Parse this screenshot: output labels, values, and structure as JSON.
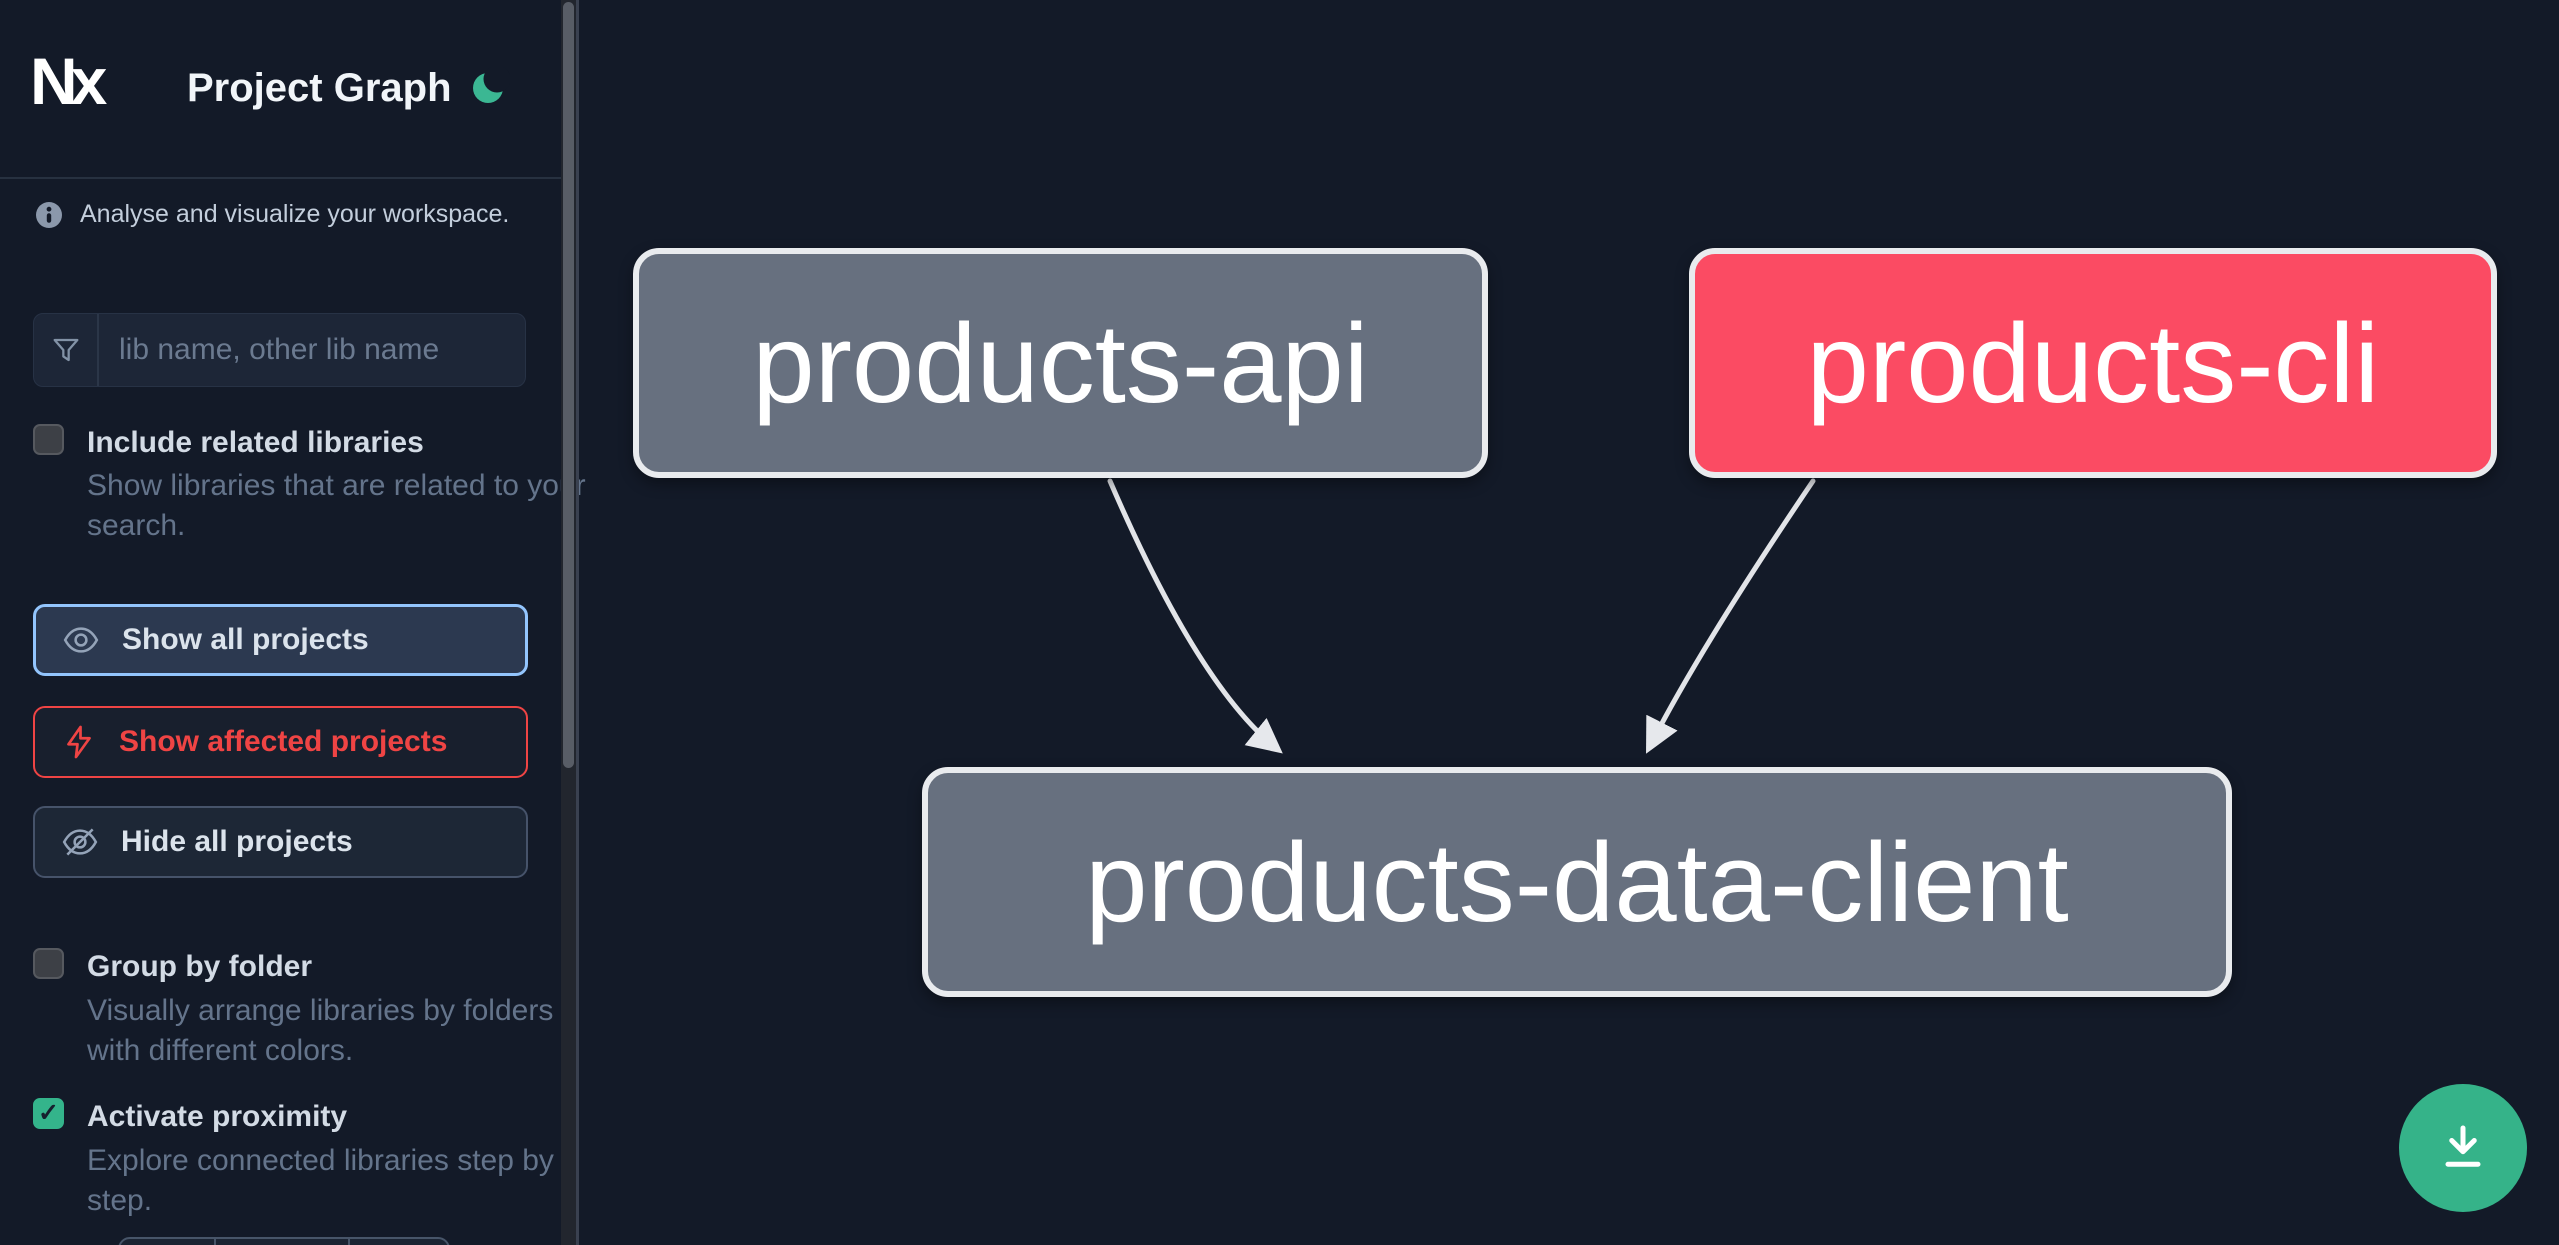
{
  "app": {
    "logo_text": "Nx",
    "title": "Project Graph"
  },
  "colors": {
    "background": "#131a28",
    "accent_green": "#35b389",
    "focus_blue": "#93c5fd",
    "affected_red": "#ef4444",
    "node_gray": "#67707f",
    "node_affected_pink": "#fb4b63",
    "edge_gray": "#e6e8ec",
    "muted_text": "#64748b"
  },
  "header": {
    "theme_icon": "moon-icon"
  },
  "sidebar": {
    "tagline": "Analyse and visualize your workspace.",
    "tagline_icon": "info-icon",
    "search": {
      "icon": "filter-funnel-icon",
      "placeholder": "lib name, other lib name",
      "value": ""
    },
    "toggles": [
      {
        "label": "Include related libraries",
        "description": "Show libraries that are related to your search.",
        "checked": false,
        "check_glyph": ""
      },
      {
        "label": "Group by folder",
        "description": "Visually arrange libraries by folders with different colors.",
        "checked": false,
        "check_glyph": ""
      },
      {
        "label": "Activate proximity",
        "description": "Explore connected libraries step by step.",
        "checked": true,
        "check_glyph": "✓"
      }
    ],
    "actions": [
      {
        "label": "Show all projects",
        "icon": "eye-icon",
        "state": "focused"
      },
      {
        "label": "Show affected projects",
        "icon": "bolt-icon",
        "state": "affected"
      },
      {
        "label": "Hide all projects",
        "icon": "eye-slash-icon",
        "state": "default"
      }
    ]
  },
  "graph": {
    "nodes": [
      {
        "id": "products-api",
        "label": "products-api",
        "status": "normal"
      },
      {
        "id": "products-cli",
        "label": "products-cli",
        "status": "affected"
      },
      {
        "id": "products-data-client",
        "label": "products-data-client",
        "status": "normal"
      }
    ],
    "edges": [
      {
        "source": "products-api",
        "target": "products-data-client"
      },
      {
        "source": "products-cli",
        "target": "products-data-client"
      }
    ]
  },
  "fab": {
    "icon": "download-icon"
  }
}
